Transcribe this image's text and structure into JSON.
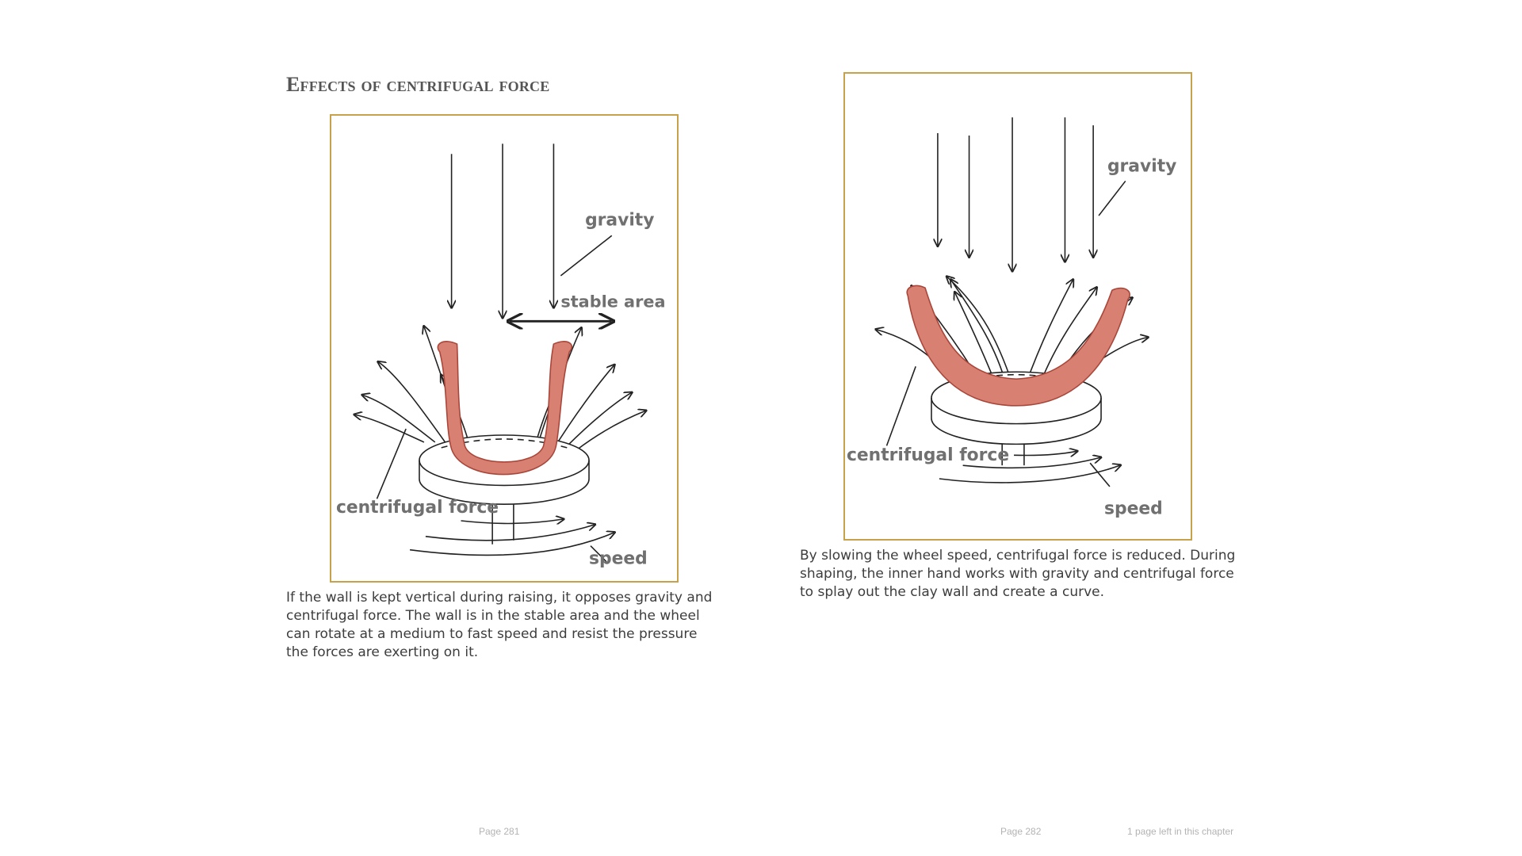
{
  "page_title": "Effects of centrifugal force",
  "figure_left": {
    "labels": {
      "gravity": "gravity",
      "stable_area": "stable area",
      "centrifugal_force": "centrifugal force",
      "speed": "speed"
    },
    "caption": "If the wall is kept vertical during raising, it opposes gravity and centrifugal force. The wall is in the stable area and the wheel can rotate at a medium to fast speed and resist the pressure the forces are exerting on it."
  },
  "figure_right": {
    "labels": {
      "gravity": "gravity",
      "centrifugal_force": "centrifugal force",
      "speed": "speed"
    },
    "caption": "By slowing the wheel speed, centrifugal force is reduced. During shaping, the inner hand works with gravity and centrifugal force to splay out the clay wall and create a curve."
  },
  "footer": {
    "page_left": "Page 281",
    "page_right": "Page 282",
    "chapter_status": "1 page left in this chapter"
  },
  "colors": {
    "frame": "#c8a24a",
    "clay": "#d88072",
    "clay_outline": "#a9463a",
    "label": "#707070"
  }
}
